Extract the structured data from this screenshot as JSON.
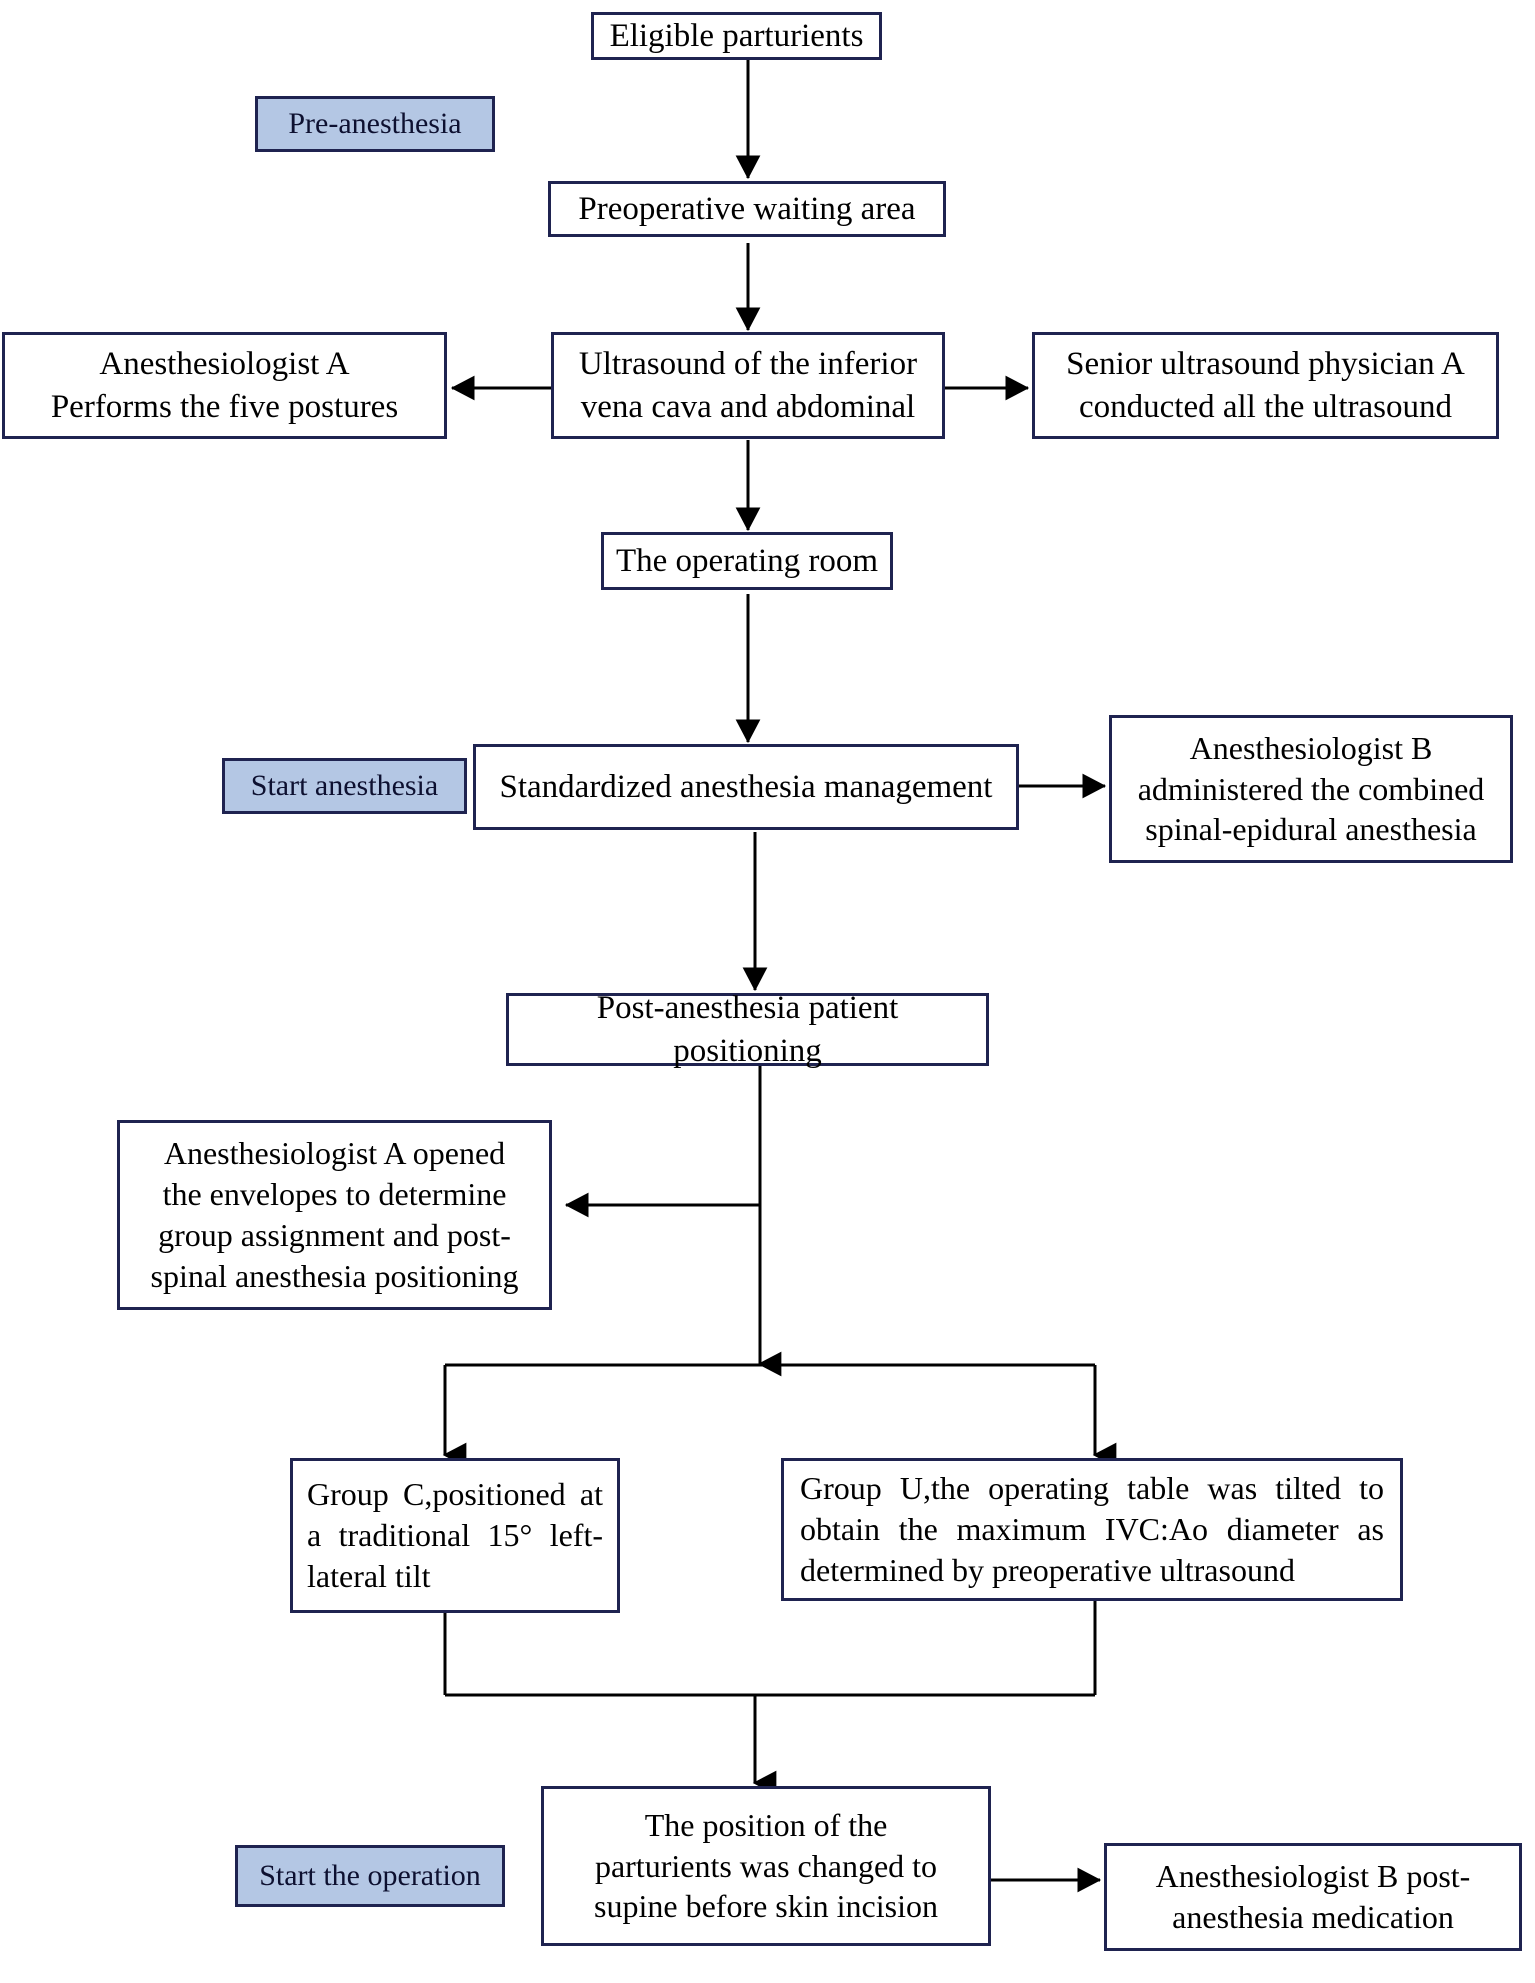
{
  "figure": {
    "type": "flowchart",
    "title": "Study protocol flowchart for parturient positioning and anesthesia",
    "orientation": "top-to-bottom",
    "colors": {
      "box_border": "#1f2350",
      "box_fill": "#ffffff",
      "phase_fill": "#b4c7e4",
      "phase_border": "#1f2350",
      "arrow": "#000000",
      "text": "#000000",
      "background": "#ffffff"
    }
  },
  "phases": [
    {
      "id": "phase-pre-anesthesia",
      "label": "Pre-anesthesia"
    },
    {
      "id": "phase-start-anesthesia",
      "label": "Start anesthesia"
    },
    {
      "id": "phase-start-operation",
      "label": "Start the operation"
    }
  ],
  "nodes": [
    {
      "id": "eligible-parturients",
      "label": "Eligible parturients"
    },
    {
      "id": "preoperative-waiting-area",
      "label": "Preoperative waiting area"
    },
    {
      "id": "ultrasound-ivc-abdominal",
      "label": "Ultrasound of the inferior\nvena cava and abdominal"
    },
    {
      "id": "anesthesiologist-a-postures",
      "label": "Anesthesiologist A\nPerforms the five postures"
    },
    {
      "id": "senior-ultrasound-physician-a",
      "label": "Senior ultrasound physician A\nconducted all the ultrasound"
    },
    {
      "id": "the-operating-room",
      "label": "The operating room"
    },
    {
      "id": "standardized-anesthesia-management",
      "label": "Standardized anesthesia management"
    },
    {
      "id": "anesthesiologist-b-cse",
      "label": "Anesthesiologist B\nadministered the combined\nspinal-epidural anesthesia"
    },
    {
      "id": "post-anesthesia-patient-positioning",
      "label": "Post-anesthesia patient positioning"
    },
    {
      "id": "anesthesiologist-a-envelopes",
      "label": "Anesthesiologist A opened\nthe envelopes to determine\ngroup assignment and post-\nspinal anesthesia positioning"
    },
    {
      "id": "group-c",
      "label": "Group C,positioned at a traditional 15° left-lateral tilt"
    },
    {
      "id": "group-u",
      "label": "Group U,the operating table was tilted to obtain the maximum IVC:Ao diameter as determined by preoperative ultrasound"
    },
    {
      "id": "position-changed-supine",
      "label": "The position of the\nparturients was changed to\nsupine before skin incision"
    },
    {
      "id": "anesthesiologist-b-post-medication",
      "label": "Anesthesiologist B post-\nanesthesia medication"
    }
  ],
  "edges": [
    {
      "from": "eligible-parturients",
      "to": "preoperative-waiting-area",
      "direction": "down"
    },
    {
      "from": "preoperative-waiting-area",
      "to": "ultrasound-ivc-abdominal",
      "direction": "down"
    },
    {
      "from": "ultrasound-ivc-abdominal",
      "to": "anesthesiologist-a-postures",
      "direction": "left"
    },
    {
      "from": "ultrasound-ivc-abdominal",
      "to": "senior-ultrasound-physician-a",
      "direction": "right"
    },
    {
      "from": "ultrasound-ivc-abdominal",
      "to": "the-operating-room",
      "direction": "down"
    },
    {
      "from": "the-operating-room",
      "to": "standardized-anesthesia-management",
      "direction": "down"
    },
    {
      "from": "standardized-anesthesia-management",
      "to": "anesthesiologist-b-cse",
      "direction": "right"
    },
    {
      "from": "standardized-anesthesia-management",
      "to": "post-anesthesia-patient-positioning",
      "direction": "down"
    },
    {
      "from": "post-anesthesia-patient-positioning",
      "to": "anesthesiologist-a-envelopes",
      "direction": "left"
    },
    {
      "from": "post-anesthesia-patient-positioning",
      "to": "group-c",
      "direction": "down-split-left"
    },
    {
      "from": "post-anesthesia-patient-positioning",
      "to": "group-u",
      "direction": "down-split-right"
    },
    {
      "from": "group-c",
      "to": "position-changed-supine",
      "direction": "down-merge"
    },
    {
      "from": "group-u",
      "to": "position-changed-supine",
      "direction": "down-merge"
    },
    {
      "from": "position-changed-supine",
      "to": "anesthesiologist-b-post-medication",
      "direction": "right"
    }
  ]
}
